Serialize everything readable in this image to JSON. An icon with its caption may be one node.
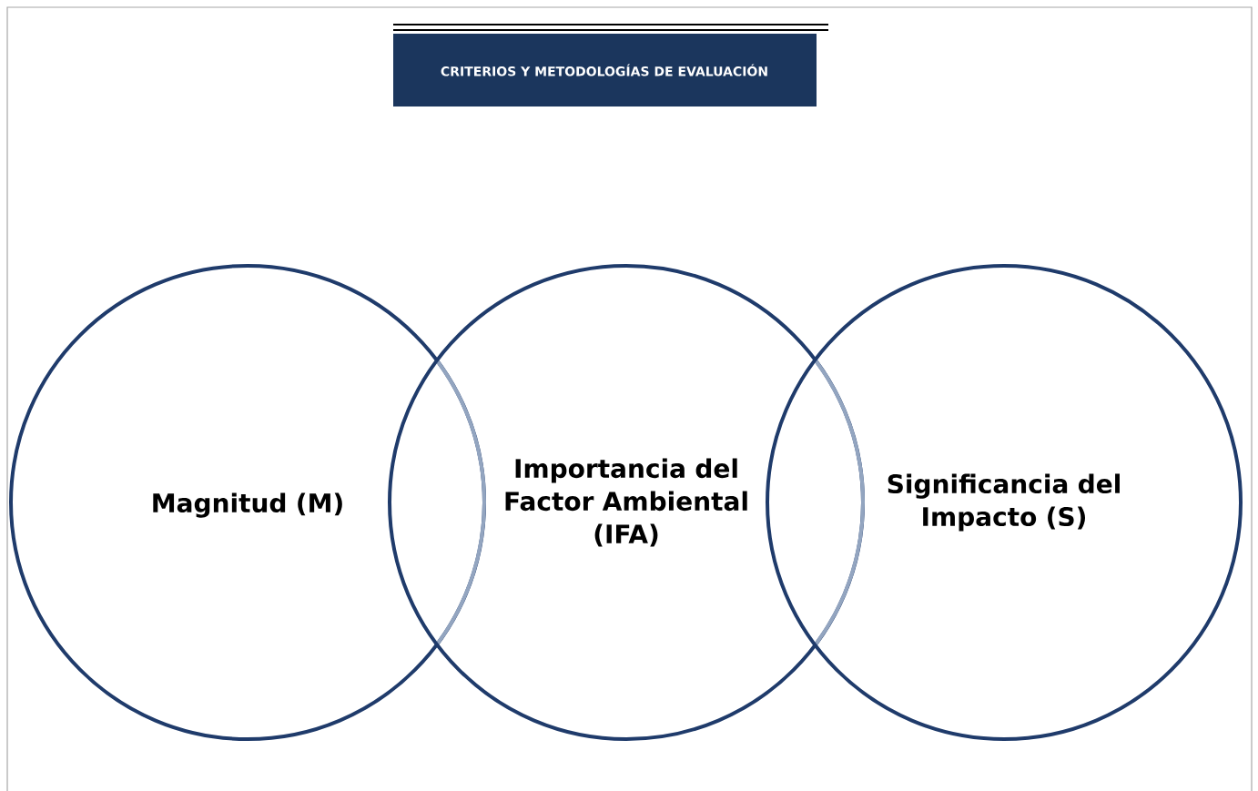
{
  "diagram": {
    "title": "CRITERIOS Y METODOLOGÍAS DE EVALUACIÓN",
    "nodes": [
      {
        "text": [
          "Magnitud (M)"
        ]
      },
      {
        "text": [
          "Importancia del Factor Ambiental (IFA)"
        ]
      },
      {
        "text": [
          "Significancia del Impacto (S)"
        ]
      }
    ]
  }
}
